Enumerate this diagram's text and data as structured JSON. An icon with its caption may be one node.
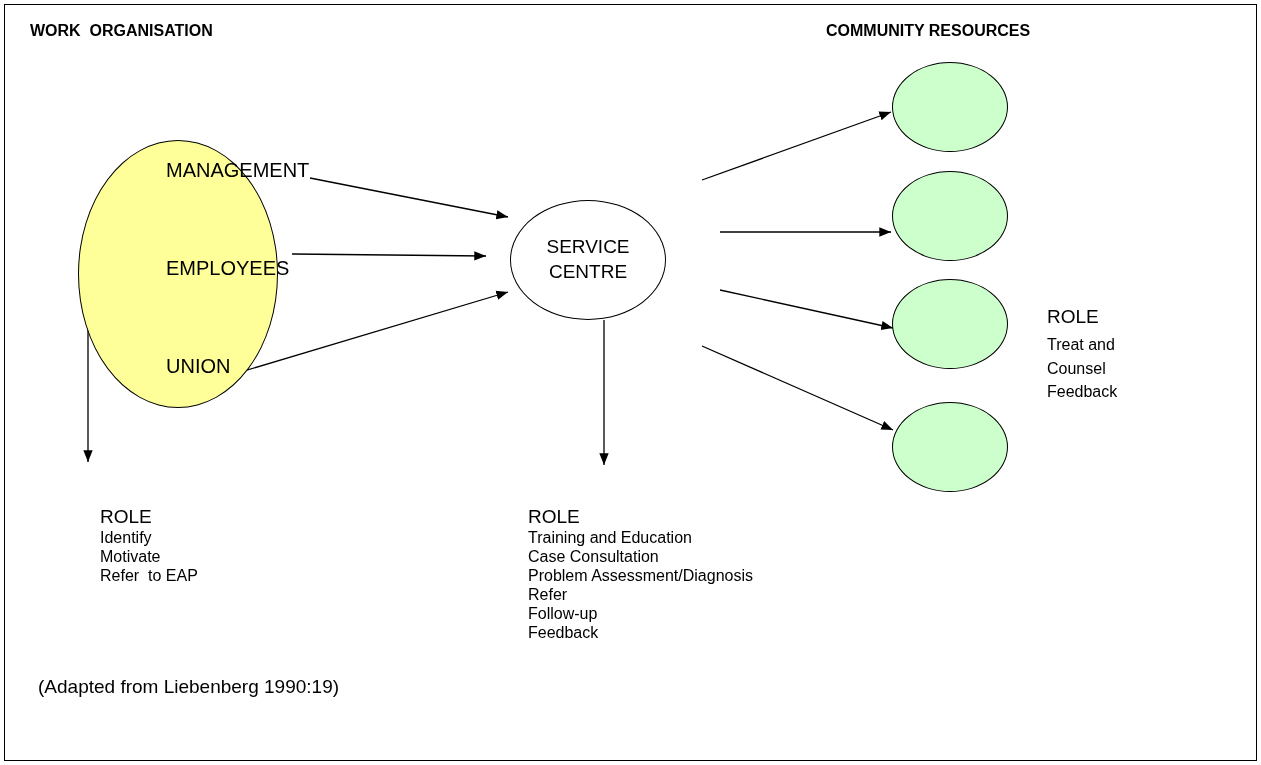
{
  "diagram": {
    "caption": "(Adapted from Liebenberg 1990:19)",
    "nodes": [
      {
        "text": [],
        "shape": "circle"
      },
      {
        "text": [
          "MANAGEMENT"
        ],
        "in": 0
      },
      {
        "text": [
          "EMPLOYEES"
        ],
        "in": 0
      },
      {
        "text": [
          "UNION"
        ],
        "in": 0
      },
      {
        "text": [
          "SERVICE CENTRE"
        ]
      },
      {
        "text": [],
        "shape": "circle"
      },
      {
        "text": [],
        "shape": "circle"
      },
      {
        "text": [],
        "shape": "circle"
      },
      {
        "text": [],
        "shape": "circle"
      },
      {
        "text": [
          "ROLE",
          "Identify",
          "Motivate",
          "Refer  to EAP"
        ]
      },
      {
        "text": [
          "ROLE",
          "Training and Education",
          "Case Consultation",
          "Problem Assessment/Diagnosis",
          "Refer",
          "Follow-up",
          "Feedback"
        ]
      }
    ],
    "edges": [
      {
        "from": 1,
        "to": 4,
        "arrow": "to"
      },
      {
        "from": 2,
        "to": 4,
        "arrow": "to"
      },
      {
        "from": 3,
        "to": 4,
        "arrow": "to"
      },
      {
        "from": 4,
        "to": 5,
        "arrow": "to"
      },
      {
        "from": 4,
        "to": 6,
        "arrow": "to"
      },
      {
        "from": 4,
        "to": 7,
        "arrow": "to"
      },
      {
        "from": 4,
        "to": 8,
        "arrow": "to"
      },
      {
        "from": 0,
        "to": 9,
        "arrow": "to"
      },
      {
        "from": 4,
        "to": 10,
        "arrow": "to"
      }
    ],
    "labels": [
      "WORK  ORGANISATION",
      "COMMUNITY RESOURCES",
      "ROLE",
      "Treat and Counsel",
      "Feedback"
    ]
  }
}
